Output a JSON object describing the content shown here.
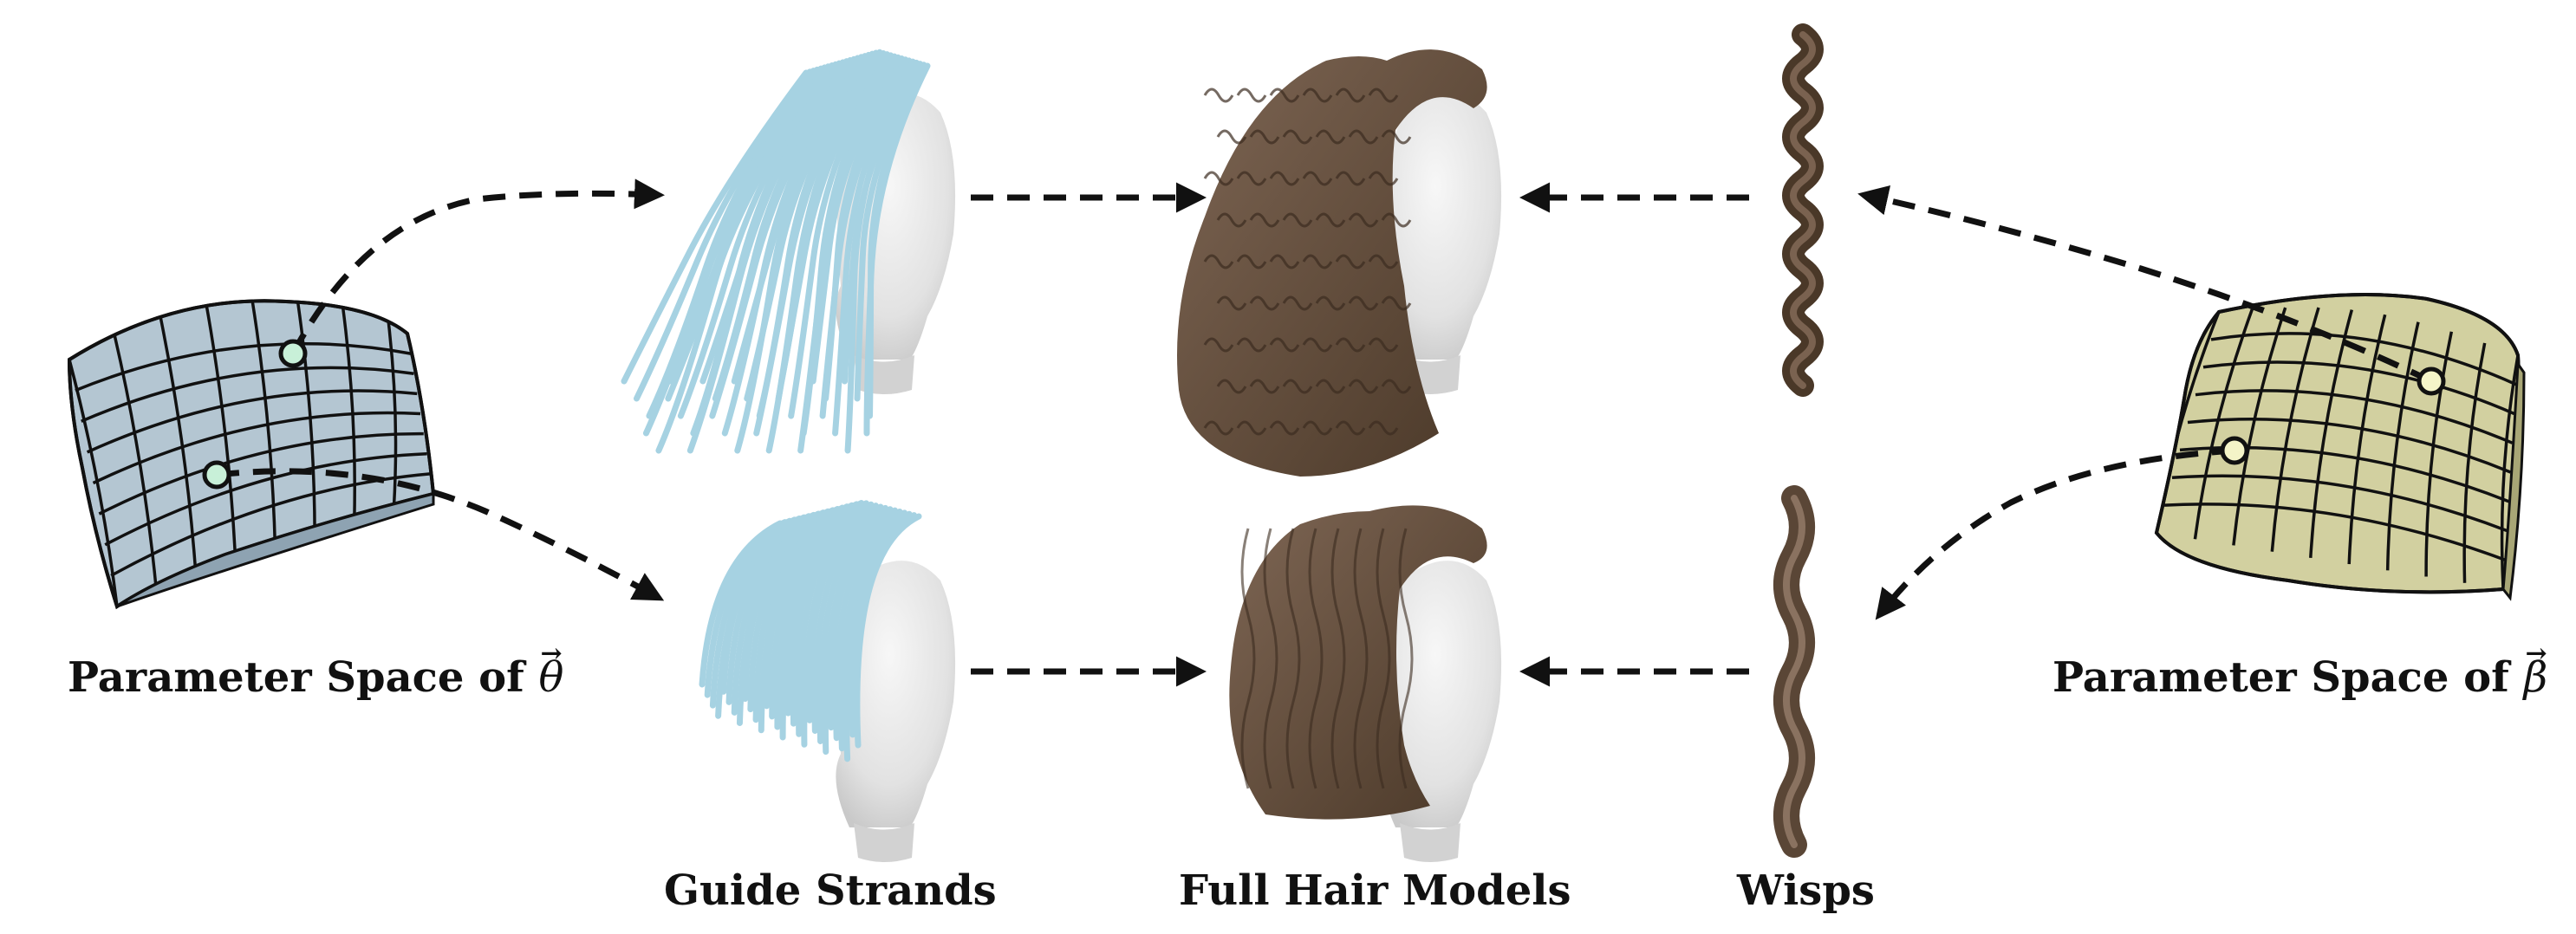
{
  "labels": {
    "theta_space": {
      "prefix": "Parameter Space of",
      "symbol": "θ"
    },
    "beta_space": {
      "prefix": "Parameter Space of",
      "symbol": "β"
    },
    "vector_arrow": "→",
    "guide_strands": "Guide Strands",
    "full_hair": "Full Hair Models",
    "wisps": "Wisps"
  },
  "colors": {
    "theta_grid": "#b4c6d2",
    "beta_grid": "#d2d0a0",
    "theta_point": "#c8f0d8",
    "beta_point": "#f4f4c8",
    "guide_strand": "#a6d2e2",
    "hair_dark": "#5a4636",
    "hair_light": "#7e6654",
    "head": "#e2e2e2",
    "arrow": "#111111"
  }
}
